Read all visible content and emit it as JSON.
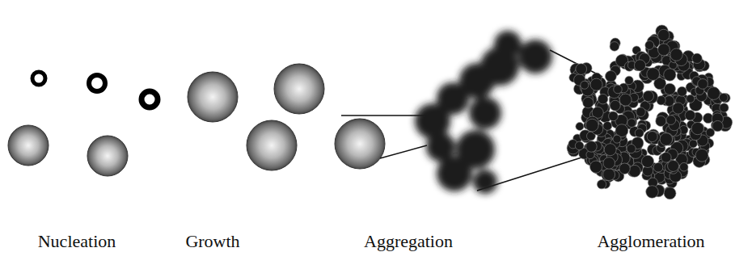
{
  "diagram": {
    "labels": [
      "Nucleation",
      "Growth",
      "Aggregation",
      "Agglomeration"
    ]
  }
}
